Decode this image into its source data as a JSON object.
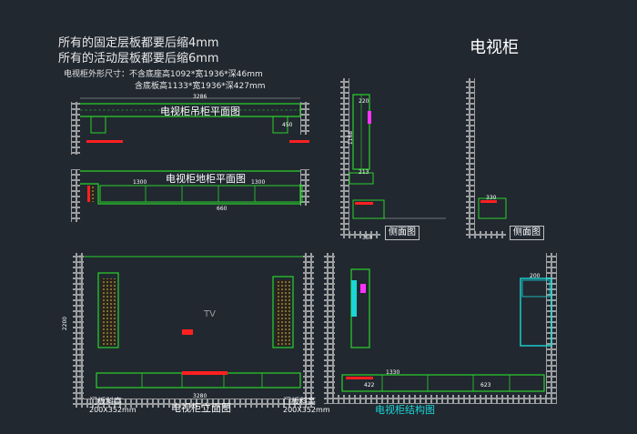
{
  "notes": {
    "line1": "所有的固定层板都要后缩4mm",
    "line2": "所有的活动层板都要后缩6mm",
    "dims1": "电视柜外形尺寸：不含底座高1092*宽1936*深46mm",
    "dims2": "含底板高1133*宽1936*深427mm"
  },
  "drawing_title": "电视柜",
  "views": {
    "hanging_plan": "电视柜吊柜平面图",
    "floor_plan": "电视柜地柜平面图",
    "side_1": "侧面图",
    "side_2": "侧面图",
    "elevation": "电视柜立面图",
    "structure": "电视柜结构图",
    "tv": "TV",
    "door_left": "门板料高",
    "door_left_size": "200X352mm",
    "door_right": "门板料高",
    "door_right_size": "200X352mm"
  },
  "dimensions": {
    "d3286": "3286",
    "d1300": "1300",
    "d450": "450",
    "d660": "660",
    "d2200": "2200",
    "d1168": "1168",
    "d220": "220",
    "d350": "350",
    "d330": "330",
    "d213": "213",
    "d3280": "3280",
    "d1330": "1330",
    "d422": "422",
    "d623": "623",
    "d200": "200"
  },
  "colors": {
    "background": "#212830",
    "outline": "#2bd12b",
    "wall": "#d0d0d0",
    "accent_red": "#ff2020",
    "accent_cyan": "#19d7d7",
    "accent_magenta": "#ff33ff",
    "accent_yellow": "#e6c35c"
  }
}
